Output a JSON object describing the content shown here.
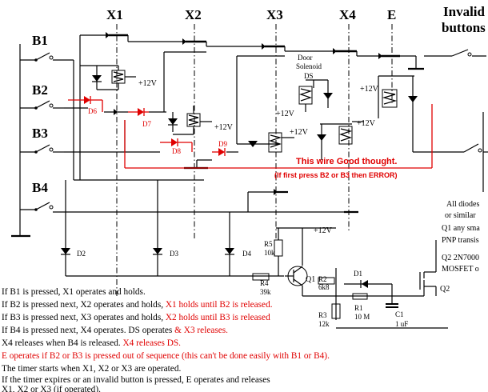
{
  "diagram": {
    "column_labels": [
      "X1",
      "X2",
      "X3",
      "X4",
      "E"
    ],
    "invalid_title": [
      "Invalid",
      "buttons"
    ],
    "button_labels": [
      "B1",
      "B2",
      "B3",
      "B4"
    ],
    "supply_label": "+12V",
    "ds_label": [
      "Door",
      "Solenoid",
      "DS"
    ],
    "diode_labels_red": [
      "D6",
      "D7",
      "D8",
      "D9"
    ],
    "diode_labels_black": [
      "D2",
      "D3",
      "D4",
      "D1"
    ],
    "wire_comment": "This wire Good thought.",
    "wire_comment_sub": "(If first press B2 or B3 then ERROR)",
    "side_notes": [
      "All diodes",
      "or similar",
      "Q1 any sma",
      "PNP transis",
      "Q2 2N7000",
      "MOSFET o"
    ],
    "components": [
      {
        "name": "R5",
        "value": "10k"
      },
      {
        "name": "R4",
        "value": "39k"
      },
      {
        "name": "R2",
        "value": "6k8"
      },
      {
        "name": "R3",
        "value": "12k"
      },
      {
        "name": "R1",
        "value": "10 M"
      },
      {
        "name": "C1",
        "value": "1 uF"
      },
      {
        "name": "Q1",
        "value": ""
      },
      {
        "name": "Q2",
        "value": ""
      }
    ]
  },
  "notes": [
    {
      "parts": [
        {
          "text": "If B1 is pressed, X1 operates and holds.",
          "color": "#000000"
        }
      ]
    },
    {
      "parts": [
        {
          "text": "If B2 is pressed next, X2 operates and holds, ",
          "color": "#000000"
        },
        {
          "text": "X1 holds until B2 is released.",
          "color": "#e00000"
        }
      ]
    },
    {
      "parts": [
        {
          "text": "If B3 is pressed next, X3 operates and holds, ",
          "color": "#000000"
        },
        {
          "text": "X2 holds until B3 is released",
          "color": "#e00000"
        }
      ]
    },
    {
      "parts": [
        {
          "text": "If B4 is pressed next, X4 operates.  DS operates ",
          "color": "#000000"
        },
        {
          "text": "& X3 releases.",
          "color": "#e00000"
        }
      ]
    },
    {
      "parts": [
        {
          "text": "X4 releases when B4 is released.  ",
          "color": "#000000"
        },
        {
          "text": "X4 releases DS.",
          "color": "#e00000"
        }
      ]
    },
    {
      "parts": [
        {
          "text": "E operates if B2 or B3 is pressed out of sequence (this can't be done easily with B1 or B4).",
          "color": "#e00000"
        }
      ]
    },
    {
      "parts": [
        {
          "text": "The timer starts when X1, X2 or X3 are operated.",
          "color": "#000000"
        }
      ]
    },
    {
      "parts": [
        {
          "text": "If the timer expires or an invalid button is pressed, E operates and releases",
          "color": "#000000"
        }
      ]
    },
    {
      "parts": [
        {
          "text": "X1, X2 or X3 (if operated).",
          "color": "#000000"
        }
      ]
    }
  ]
}
